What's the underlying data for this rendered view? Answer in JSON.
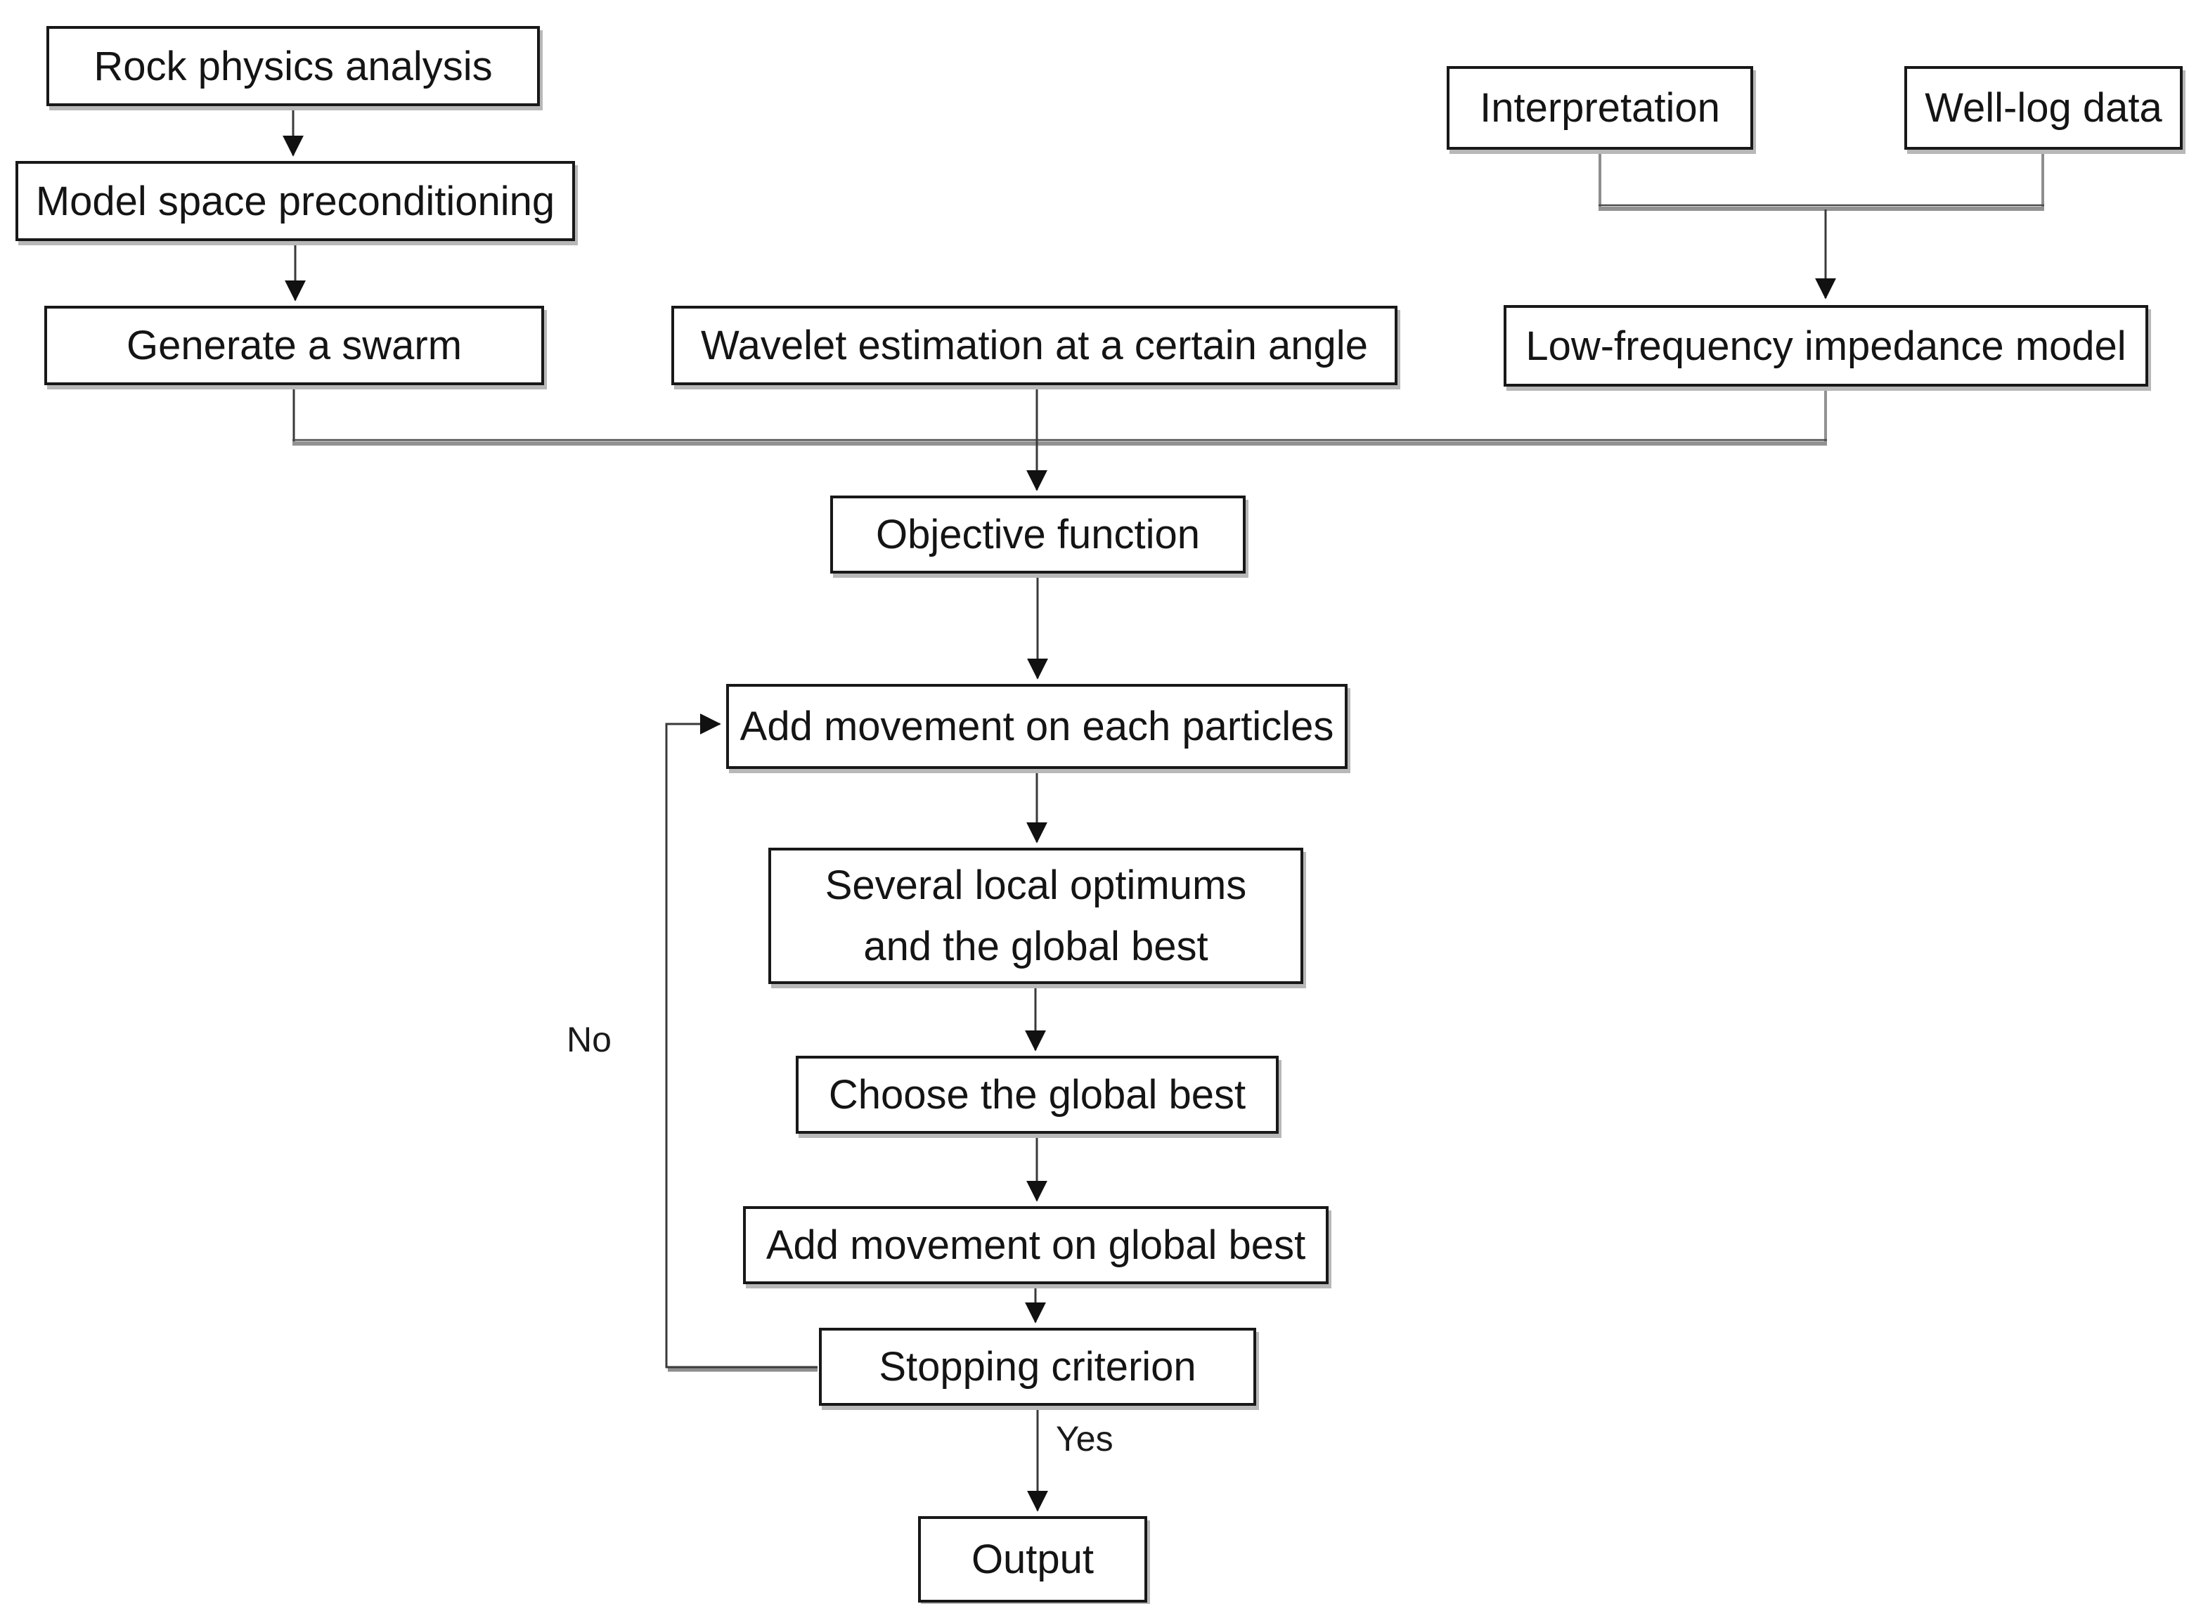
{
  "diagram": {
    "type": "flowchart",
    "nodes": {
      "rock": {
        "label": "Rock physics analysis"
      },
      "model": {
        "label": "Model space preconditioning"
      },
      "swarm": {
        "label": "Generate a swarm"
      },
      "wavelet": {
        "label": "Wavelet estimation at a certain angle"
      },
      "interpretation": {
        "label": "Interpretation"
      },
      "welllog": {
        "label": "Well-log data"
      },
      "lowfreq": {
        "label": "Low-frequency impedance model"
      },
      "objective": {
        "label": "Objective function"
      },
      "addeach": {
        "label": "Add movement on each particles"
      },
      "several": {
        "label": "Several local optimums and the global best"
      },
      "choose": {
        "label": "Choose the global best"
      },
      "addglobal": {
        "label": "Add movement on global best"
      },
      "stopping": {
        "label": "Stopping criterion"
      },
      "output": {
        "label": "Output"
      }
    },
    "edge_labels": {
      "yes": "Yes",
      "no": "No"
    },
    "edges": [
      {
        "from": "rock",
        "to": "model"
      },
      {
        "from": "model",
        "to": "swarm"
      },
      {
        "from": "swarm",
        "to": "objective"
      },
      {
        "from": "wavelet",
        "to": "objective"
      },
      {
        "from": "interpretation",
        "to": "lowfreq"
      },
      {
        "from": "welllog",
        "to": "lowfreq"
      },
      {
        "from": "lowfreq",
        "to": "objective"
      },
      {
        "from": "objective",
        "to": "addeach"
      },
      {
        "from": "addeach",
        "to": "several"
      },
      {
        "from": "several",
        "to": "choose"
      },
      {
        "from": "choose",
        "to": "addglobal"
      },
      {
        "from": "addglobal",
        "to": "stopping"
      },
      {
        "from": "stopping",
        "to": "addeach",
        "label": "No"
      },
      {
        "from": "stopping",
        "to": "output",
        "label": "Yes"
      }
    ],
    "colors": {
      "background": "#ffffff",
      "box_fill": "#ffffff",
      "box_border": "#181818",
      "line": "#3a3a3a",
      "collector_line": "#929292",
      "arrowhead": "#111111",
      "text": "#141414"
    }
  }
}
